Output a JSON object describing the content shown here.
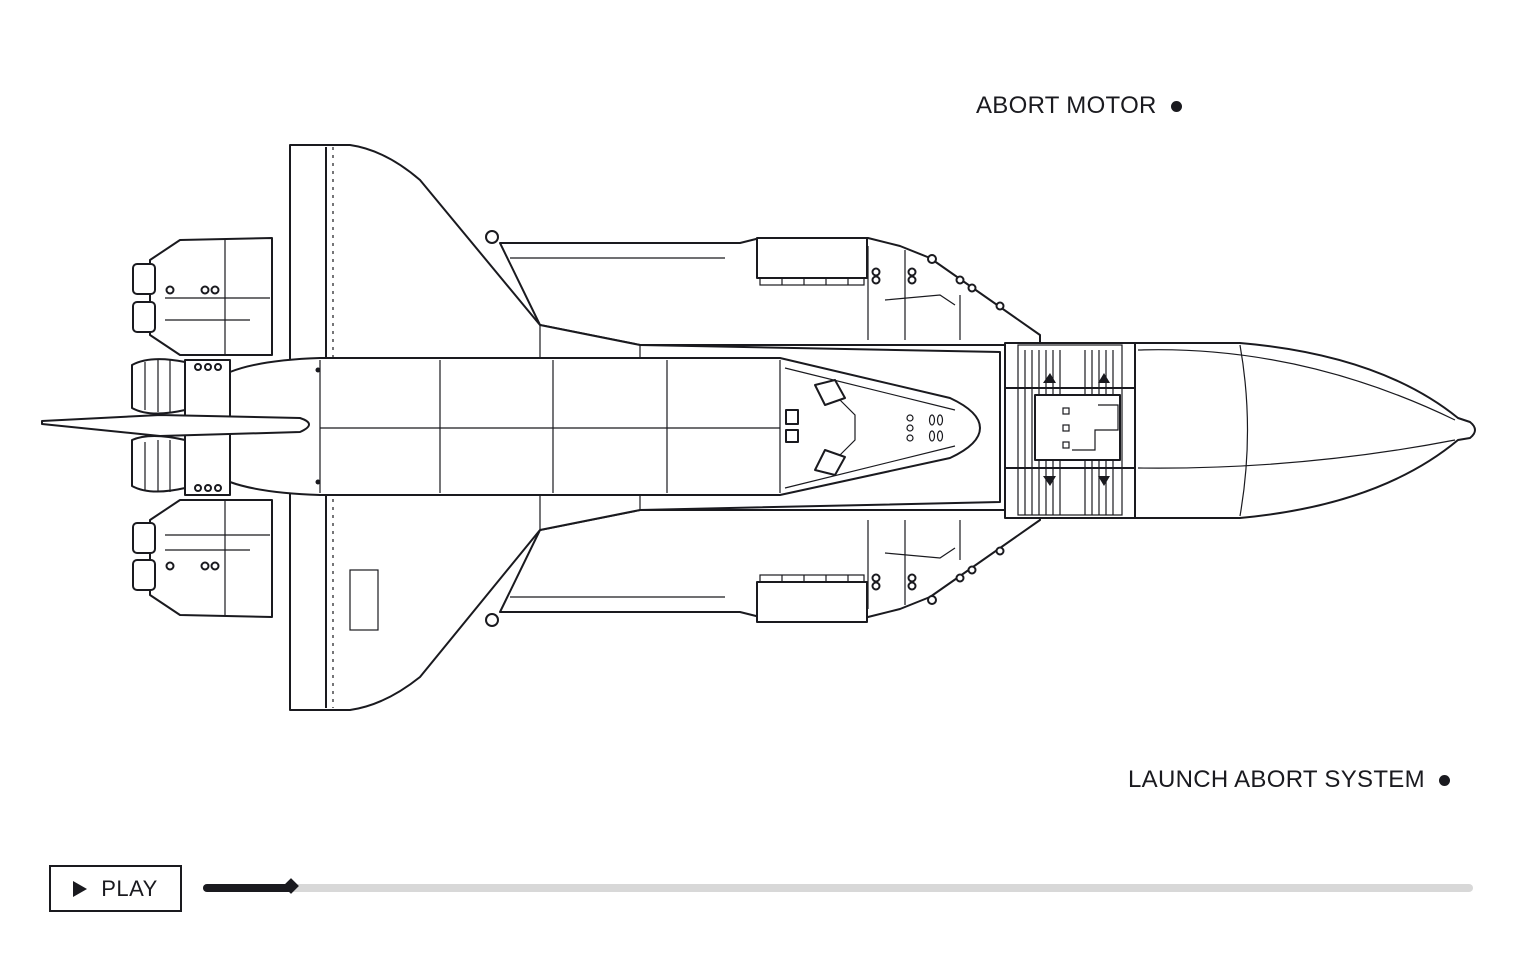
{
  "callouts": {
    "abort_motor": "ABORT MOTOR",
    "launch_abort_system": "LAUNCH ABORT SYSTEM"
  },
  "player": {
    "play_label": "PLAY",
    "play_icon": "play-icon",
    "progress": 0.069
  },
  "colors": {
    "ink": "#1a1a1f",
    "track": "#d8d8d8",
    "background": "#ffffff"
  }
}
